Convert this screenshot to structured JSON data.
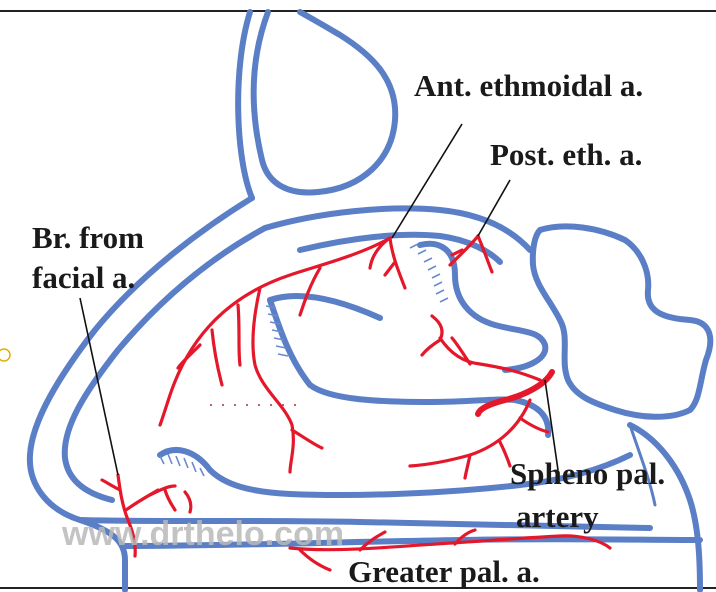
{
  "labels": {
    "ant_ethmoidal": "Ant. ethmoidal a.",
    "post_ethmoidal": "Post. eth. a.",
    "br_from_facial_line1": "Br. from",
    "br_from_facial_line2": "facial a.",
    "spheno_pal_line1": "Spheno pal.",
    "spheno_pal_line2": "artery",
    "greater_pal": "Greater pal. a."
  },
  "watermark": "www.drthelo.com",
  "colors": {
    "outline": "#5b7fc6",
    "artery": "#e4182a",
    "text": "#1a1a1a"
  }
}
